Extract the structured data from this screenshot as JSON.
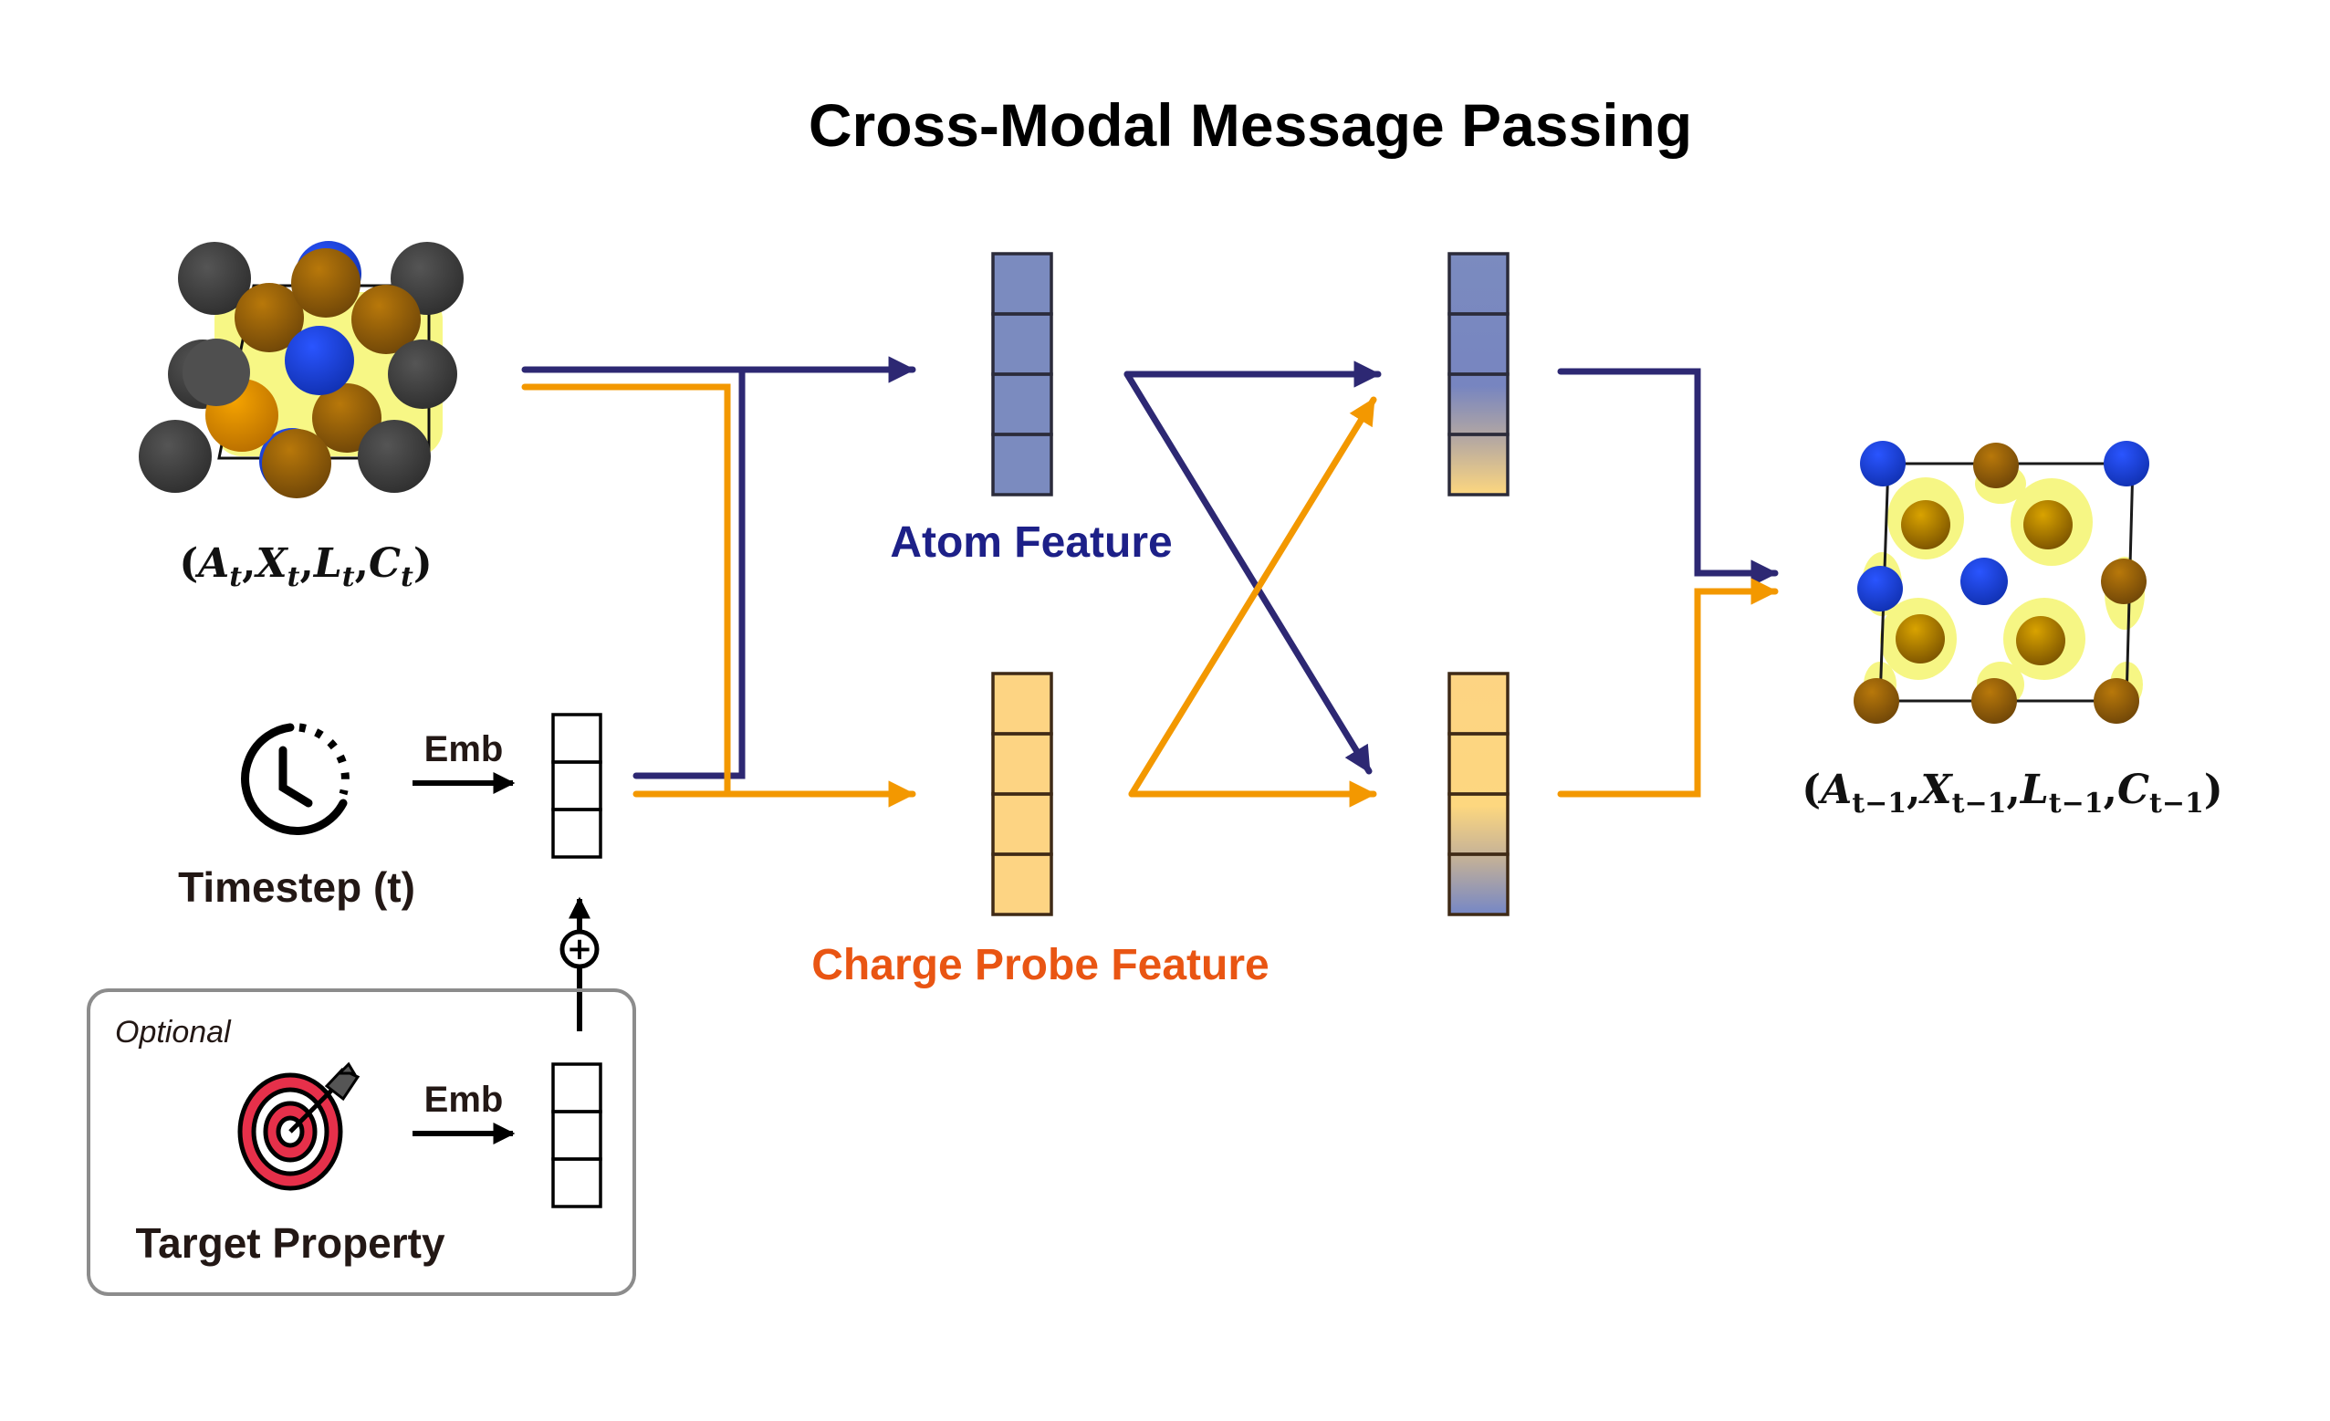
{
  "title": "Cross-Modal Message Passing",
  "colors": {
    "atom": "#2d2873",
    "charge": "#f39800",
    "atom_label": "#1d2088",
    "charge_label": "#e95513",
    "atom_cell": "#7b8bbf",
    "charge_cell": "#fdd483",
    "box_border": "#8c8c8c"
  },
  "input": {
    "label": {
      "open": "(",
      "A": "A",
      "X": "X",
      "L": "L",
      "C": "C",
      "sub": "t",
      "sep": ",",
      "close": ")"
    }
  },
  "output": {
    "label": {
      "open": "(",
      "A": "A",
      "X": "X",
      "L": "L",
      "C": "C",
      "sub": "t−1",
      "sep": ",",
      "close": ")"
    }
  },
  "timestep": {
    "label": "Timestep (t)",
    "emb": "Emb",
    "icon": "clock-icon"
  },
  "target": {
    "optional": "Optional",
    "label": "Target Property",
    "emb": "Emb",
    "icon": "target-icon"
  },
  "features": {
    "atom_label": "Atom Feature",
    "charge_label": "Charge Probe Feature",
    "cells_per_vector": 4,
    "embedding_cells": 3
  },
  "operators": {
    "add": "+"
  }
}
